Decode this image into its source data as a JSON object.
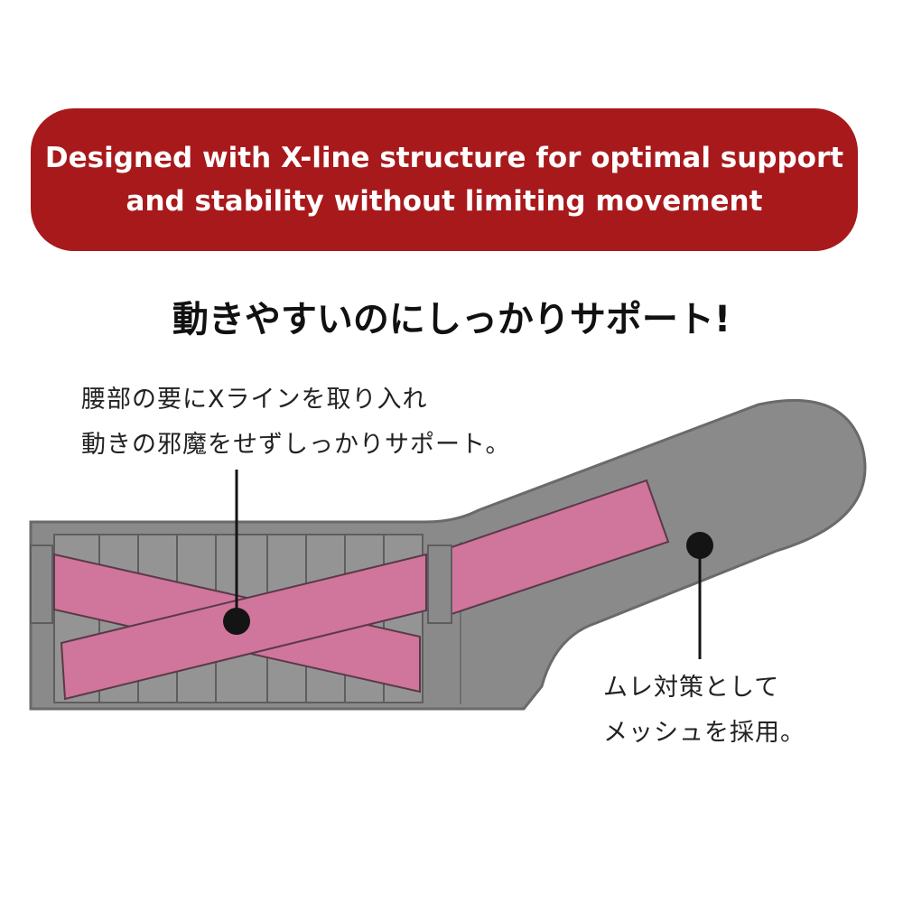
{
  "banner": {
    "line1": "Designed with X-line structure for optimal support",
    "line2": "and stability without limiting movement",
    "color": "#a8191c"
  },
  "headline": "動きやすいのにしっかりサポート!",
  "callouts": {
    "xline": {
      "line1": "腰部の要にXラインを取り入れ",
      "line2": "動きの邪魔をせずしっかりサポート。"
    },
    "mesh": {
      "line1": "ムレ対策として",
      "line2": "メッシュを採用。"
    }
  },
  "colors": {
    "belt_fill": "#8a8a8a",
    "belt_outline": "#6a6a6a",
    "x_band": "#d0759c",
    "marker": "#141414"
  }
}
